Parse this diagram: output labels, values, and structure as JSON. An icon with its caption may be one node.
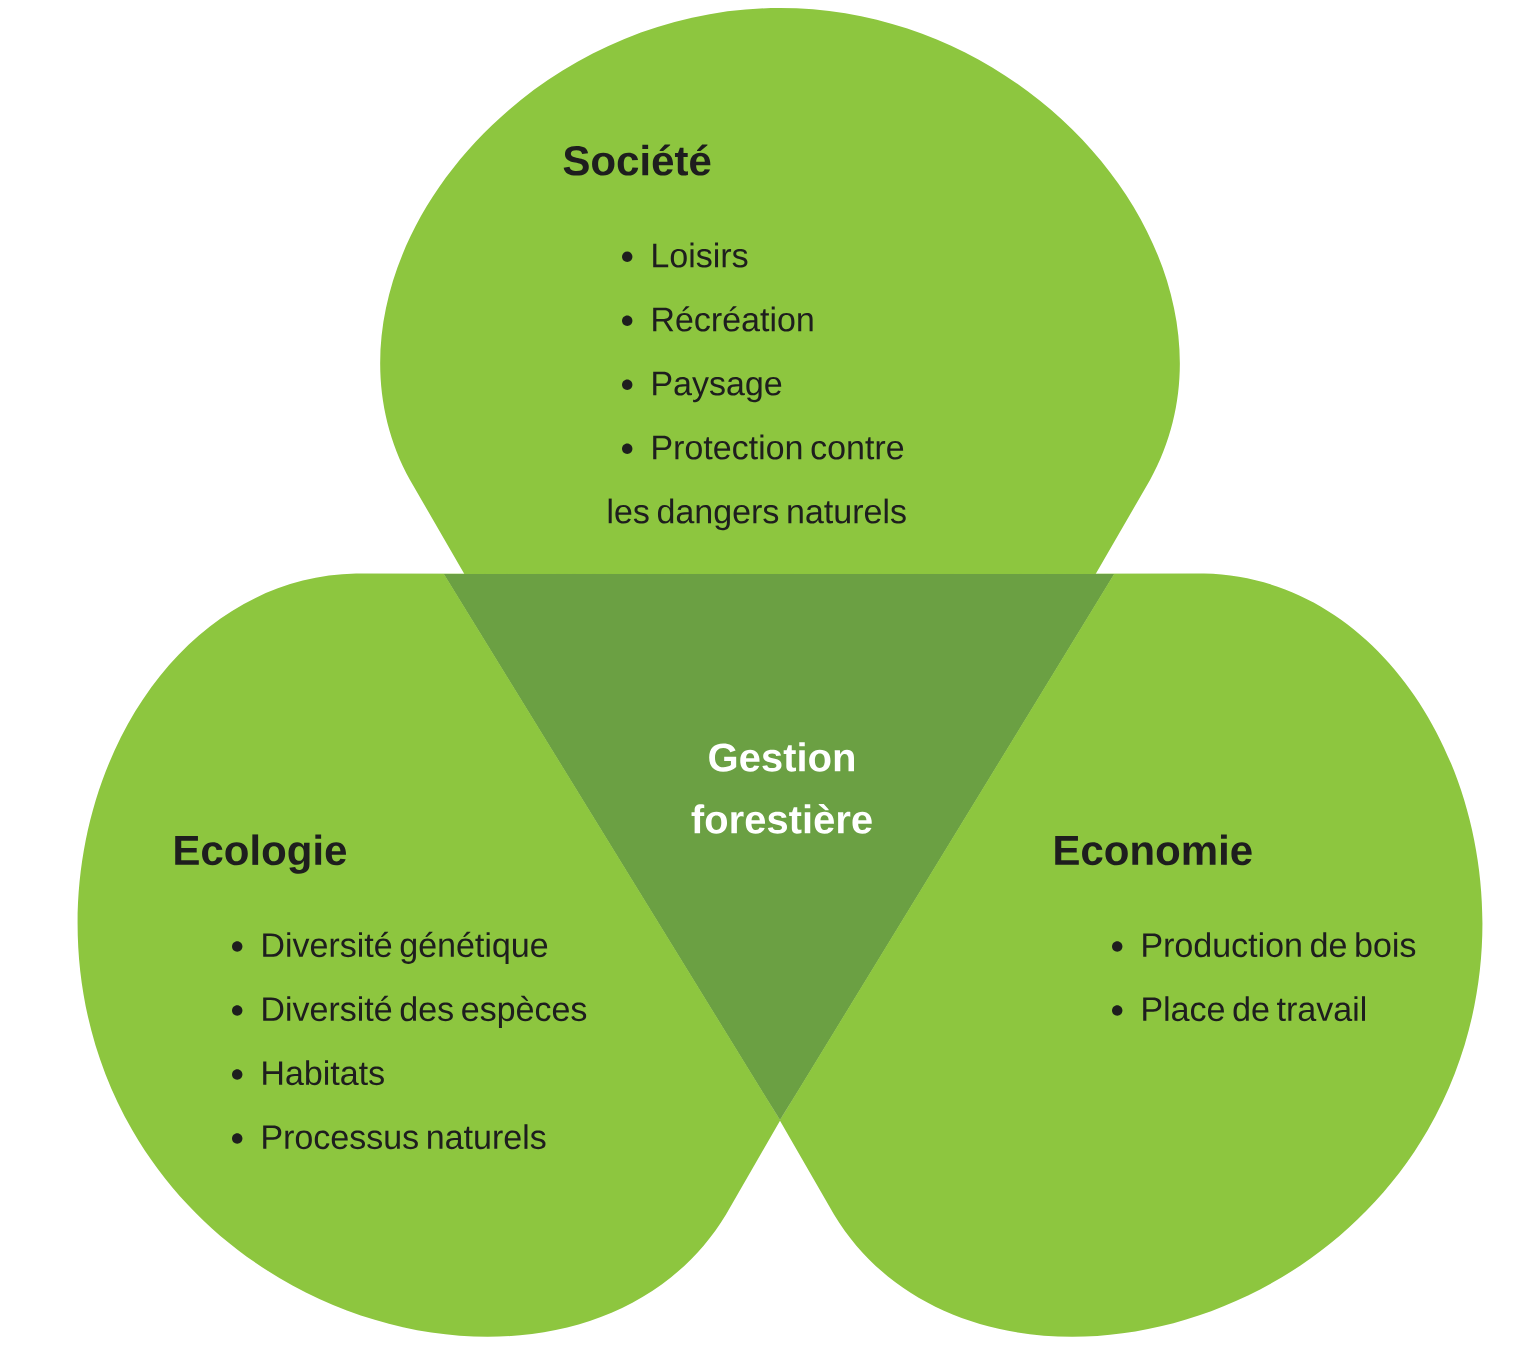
{
  "diagram": {
    "nodes": [
      {
        "text": [
          "Société",
          "Loisirs",
          "Récréation",
          "Paysage",
          "Protection contre les dangers naturels"
        ]
      },
      {
        "text": [
          "Gestion forestière"
        ]
      },
      {
        "text": [
          "Ecologie",
          "Diversité génétique",
          "Diversité des espèces",
          "Habitats",
          "Processus naturels"
        ]
      },
      {
        "text": [
          "Economie",
          "Production de bois",
          "Place de travail"
        ]
      }
    ]
  }
}
